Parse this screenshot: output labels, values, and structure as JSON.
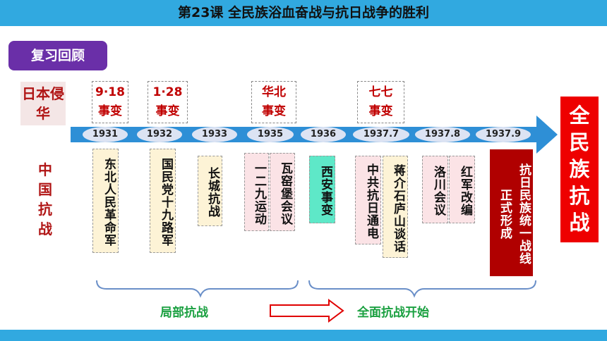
{
  "header": {
    "title": "第23课 全民族浴血奋战与抗日战争的胜利"
  },
  "review_badge": "复习回顾",
  "rows": {
    "japan": "日本侵华",
    "china": "中国抗战"
  },
  "japan_events": [
    {
      "text": "9·18\n事变"
    },
    {
      "text": "1·28\n事变"
    },
    {
      "text": "华北\n事变"
    },
    {
      "text": "七七\n事变"
    }
  ],
  "years": [
    "1931",
    "1932",
    "1933",
    "1935",
    "1936",
    "1937.7",
    "1937.8",
    "1937.9"
  ],
  "china_events": [
    {
      "text": "东北人民革命军"
    },
    {
      "text": "国民党十九路军"
    },
    {
      "text": "长城抗战"
    },
    {
      "text": "一二九运动"
    },
    {
      "text": "瓦窑堡会议"
    },
    {
      "text": "西安事变"
    },
    {
      "text": "中共抗日通电"
    },
    {
      "text": "蒋介石庐山谈话"
    },
    {
      "text": "洛川会议"
    },
    {
      "text": "红军改编"
    },
    {
      "text": "正式形成"
    },
    {
      "text": "抗日民族统一战线"
    }
  ],
  "conclusion": "全民族抗战",
  "phases": {
    "partial": "局部抗战",
    "full": "全面抗战开始"
  },
  "colors": {
    "header_bar": "#31a9e0",
    "badge": "#6a2fa8",
    "arrow": "#2e8fd6",
    "accent_red": "#c00000",
    "phase_green": "#1aa040"
  }
}
